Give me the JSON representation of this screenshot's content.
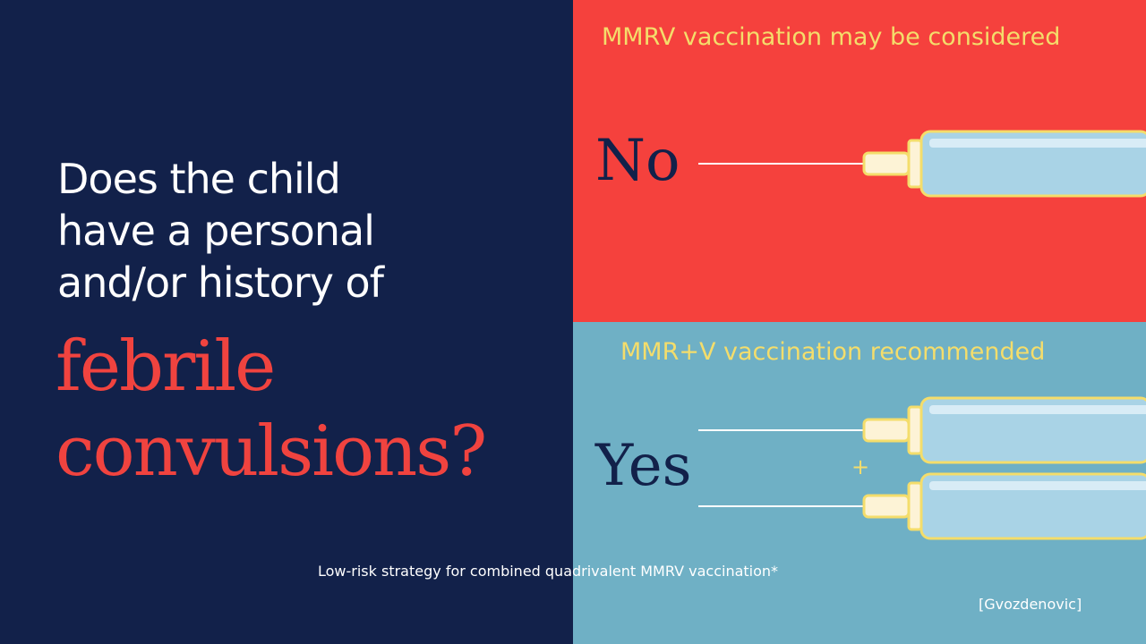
{
  "question": {
    "line1": "Does the child",
    "line2": "have a personal",
    "line3": "and/or history of",
    "emph1": "febrile",
    "emph2": "convulsions?"
  },
  "no_panel": {
    "heading": "MMRV vaccination may be considered",
    "answer": "No",
    "color": "#f5413d"
  },
  "yes_panel": {
    "heading": "MMR+V vaccination recommended",
    "answer": "Yes",
    "plus": "+",
    "color": "#6fb0c5"
  },
  "footer": "Low-risk strategy for combined quadrivalent MMRV vaccination*",
  "citation": "[Gvozdenovic]",
  "colors": {
    "navy": "#12214a",
    "red_text": "#f0433f",
    "yellow_text": "#f4dd6b"
  },
  "icons": [
    "syringe-icon",
    "syringe-icon",
    "syringe-icon"
  ]
}
